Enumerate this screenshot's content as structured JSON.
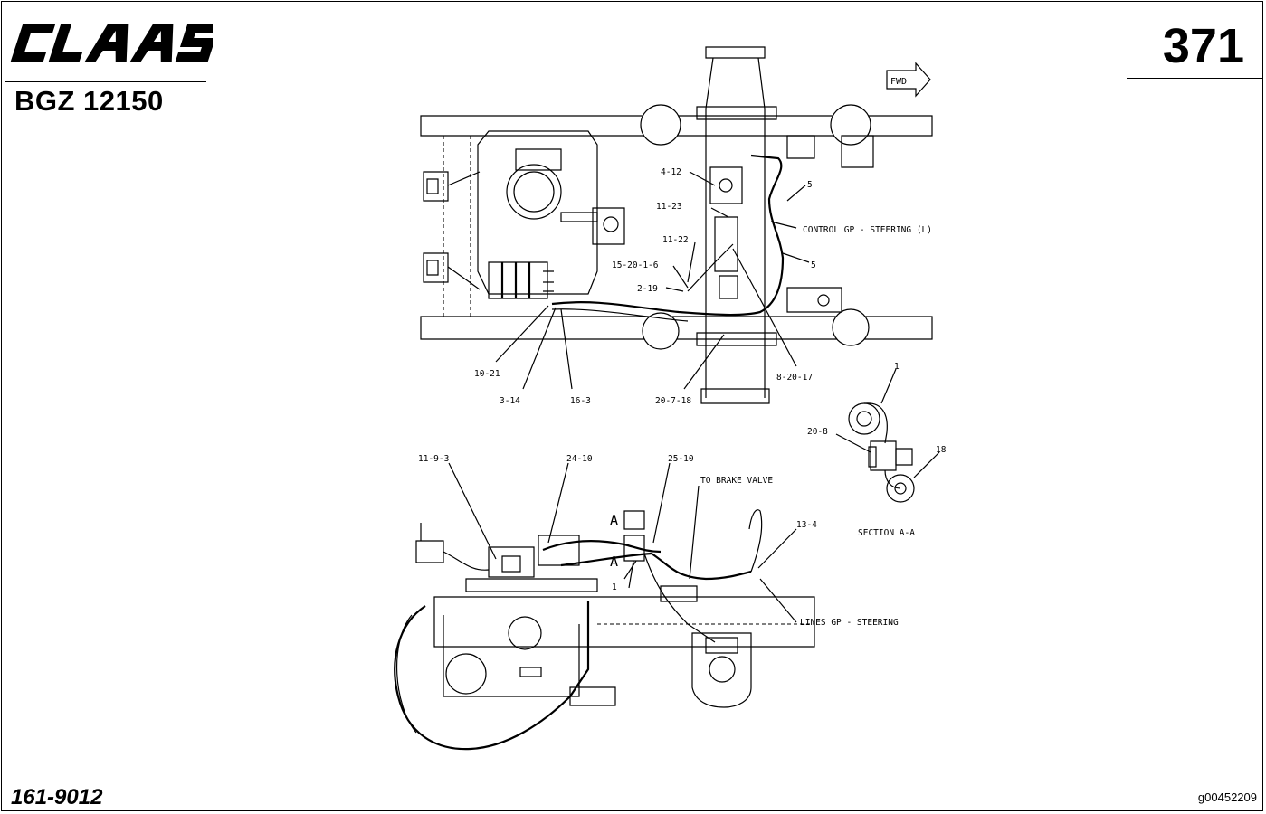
{
  "header": {
    "brand": "CLAAS",
    "model": "BGZ 12150",
    "page_number": "371"
  },
  "footer": {
    "document_number": "161-9012",
    "image_code": "g00452209"
  },
  "diagram": {
    "direction_arrow": "FWD",
    "top_view_labels": [
      "4-12",
      "11-23",
      "11-22",
      "15-20-1-6",
      "2-19",
      "10-21",
      "3-14",
      "16-3",
      "20-7-18",
      "8-20-17",
      "5",
      "5"
    ],
    "control_group_label": "CONTROL GP - STEERING (L)",
    "section_labels": [
      "1",
      "20-8",
      "18"
    ],
    "section_title": "SECTION A-A",
    "side_view_labels": [
      "11-9-3",
      "24-10",
      "25-10",
      "13-4",
      "1"
    ],
    "brake_valve_label": "TO BRAKE VALVE",
    "lines_group_label": "LINES GP - STEERING",
    "section_marks": [
      "A",
      "A"
    ]
  }
}
